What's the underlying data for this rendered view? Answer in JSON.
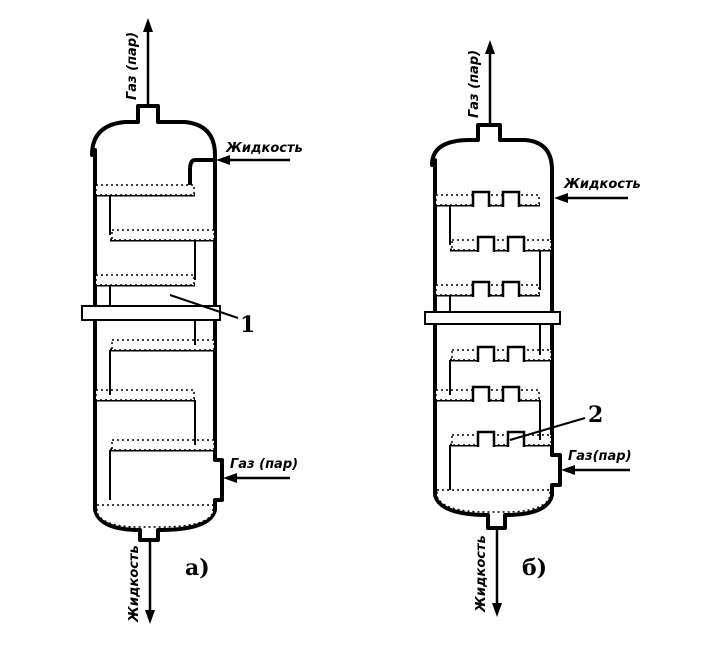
{
  "column_a": {
    "gas_out": "Газ (пар)",
    "liquid_in": "Жидкость",
    "gas_in": "Газ (пар)",
    "liquid_out": "Жидкость",
    "callout": "1",
    "caption": "а)"
  },
  "column_b": {
    "gas_out": "Газ (пар)",
    "liquid_in": "Жидкость",
    "gas_in": "Газ(пар)",
    "liquid_out": "Жидкость",
    "callout": "2",
    "caption": "б)"
  }
}
